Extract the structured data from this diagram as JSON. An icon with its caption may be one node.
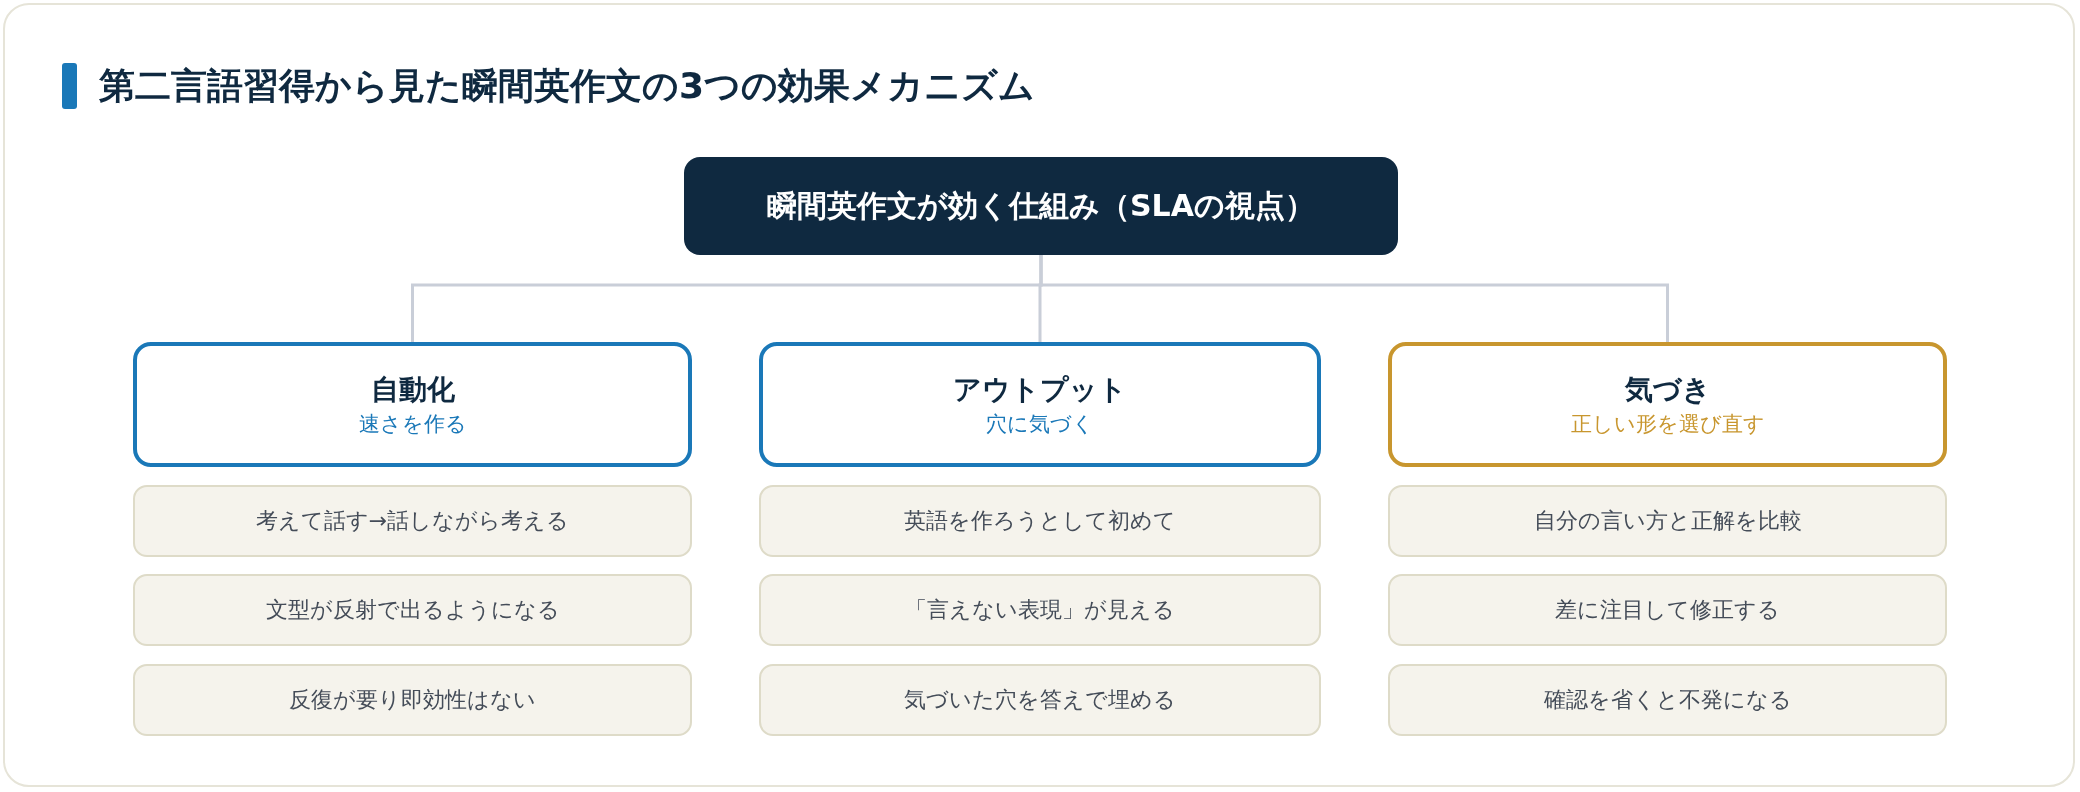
{
  "diagram": {
    "title": "第二言語習得から見た瞬間英作文の3つの効果メカニズム",
    "nodes": [
      {
        "text": [
          "瞬間英作文が効く仕組み（SLAの視点）"
        ]
      },
      {
        "text": [
          "自動化",
          "速さを作る"
        ]
      },
      {
        "text": [
          "アウトプット",
          "穴に気づく"
        ]
      },
      {
        "text": [
          "気づき",
          "正しい形を選び直す"
        ]
      },
      {
        "text": [
          "考えて話す→話しながら考える"
        ]
      },
      {
        "text": [
          "英語を作ろうとして初めて"
        ]
      },
      {
        "text": [
          "自分の言い方と正解を比較"
        ]
      },
      {
        "text": [
          "文型が反射で出るようになる"
        ]
      },
      {
        "text": [
          "「言えない表現」が見える"
        ]
      },
      {
        "text": [
          "差に注目して修正する"
        ]
      },
      {
        "text": [
          "反復が要り即効性はない"
        ]
      },
      {
        "text": [
          "気づいた穴を答えで埋める"
        ]
      },
      {
        "text": [
          "確認を省くと不発になる"
        ]
      }
    ],
    "edges": [
      {
        "from": 0,
        "to": 1,
        "arrow": "none"
      },
      {
        "from": 0,
        "to": 2,
        "arrow": "none"
      },
      {
        "from": 0,
        "to": 3,
        "arrow": "none"
      }
    ]
  }
}
